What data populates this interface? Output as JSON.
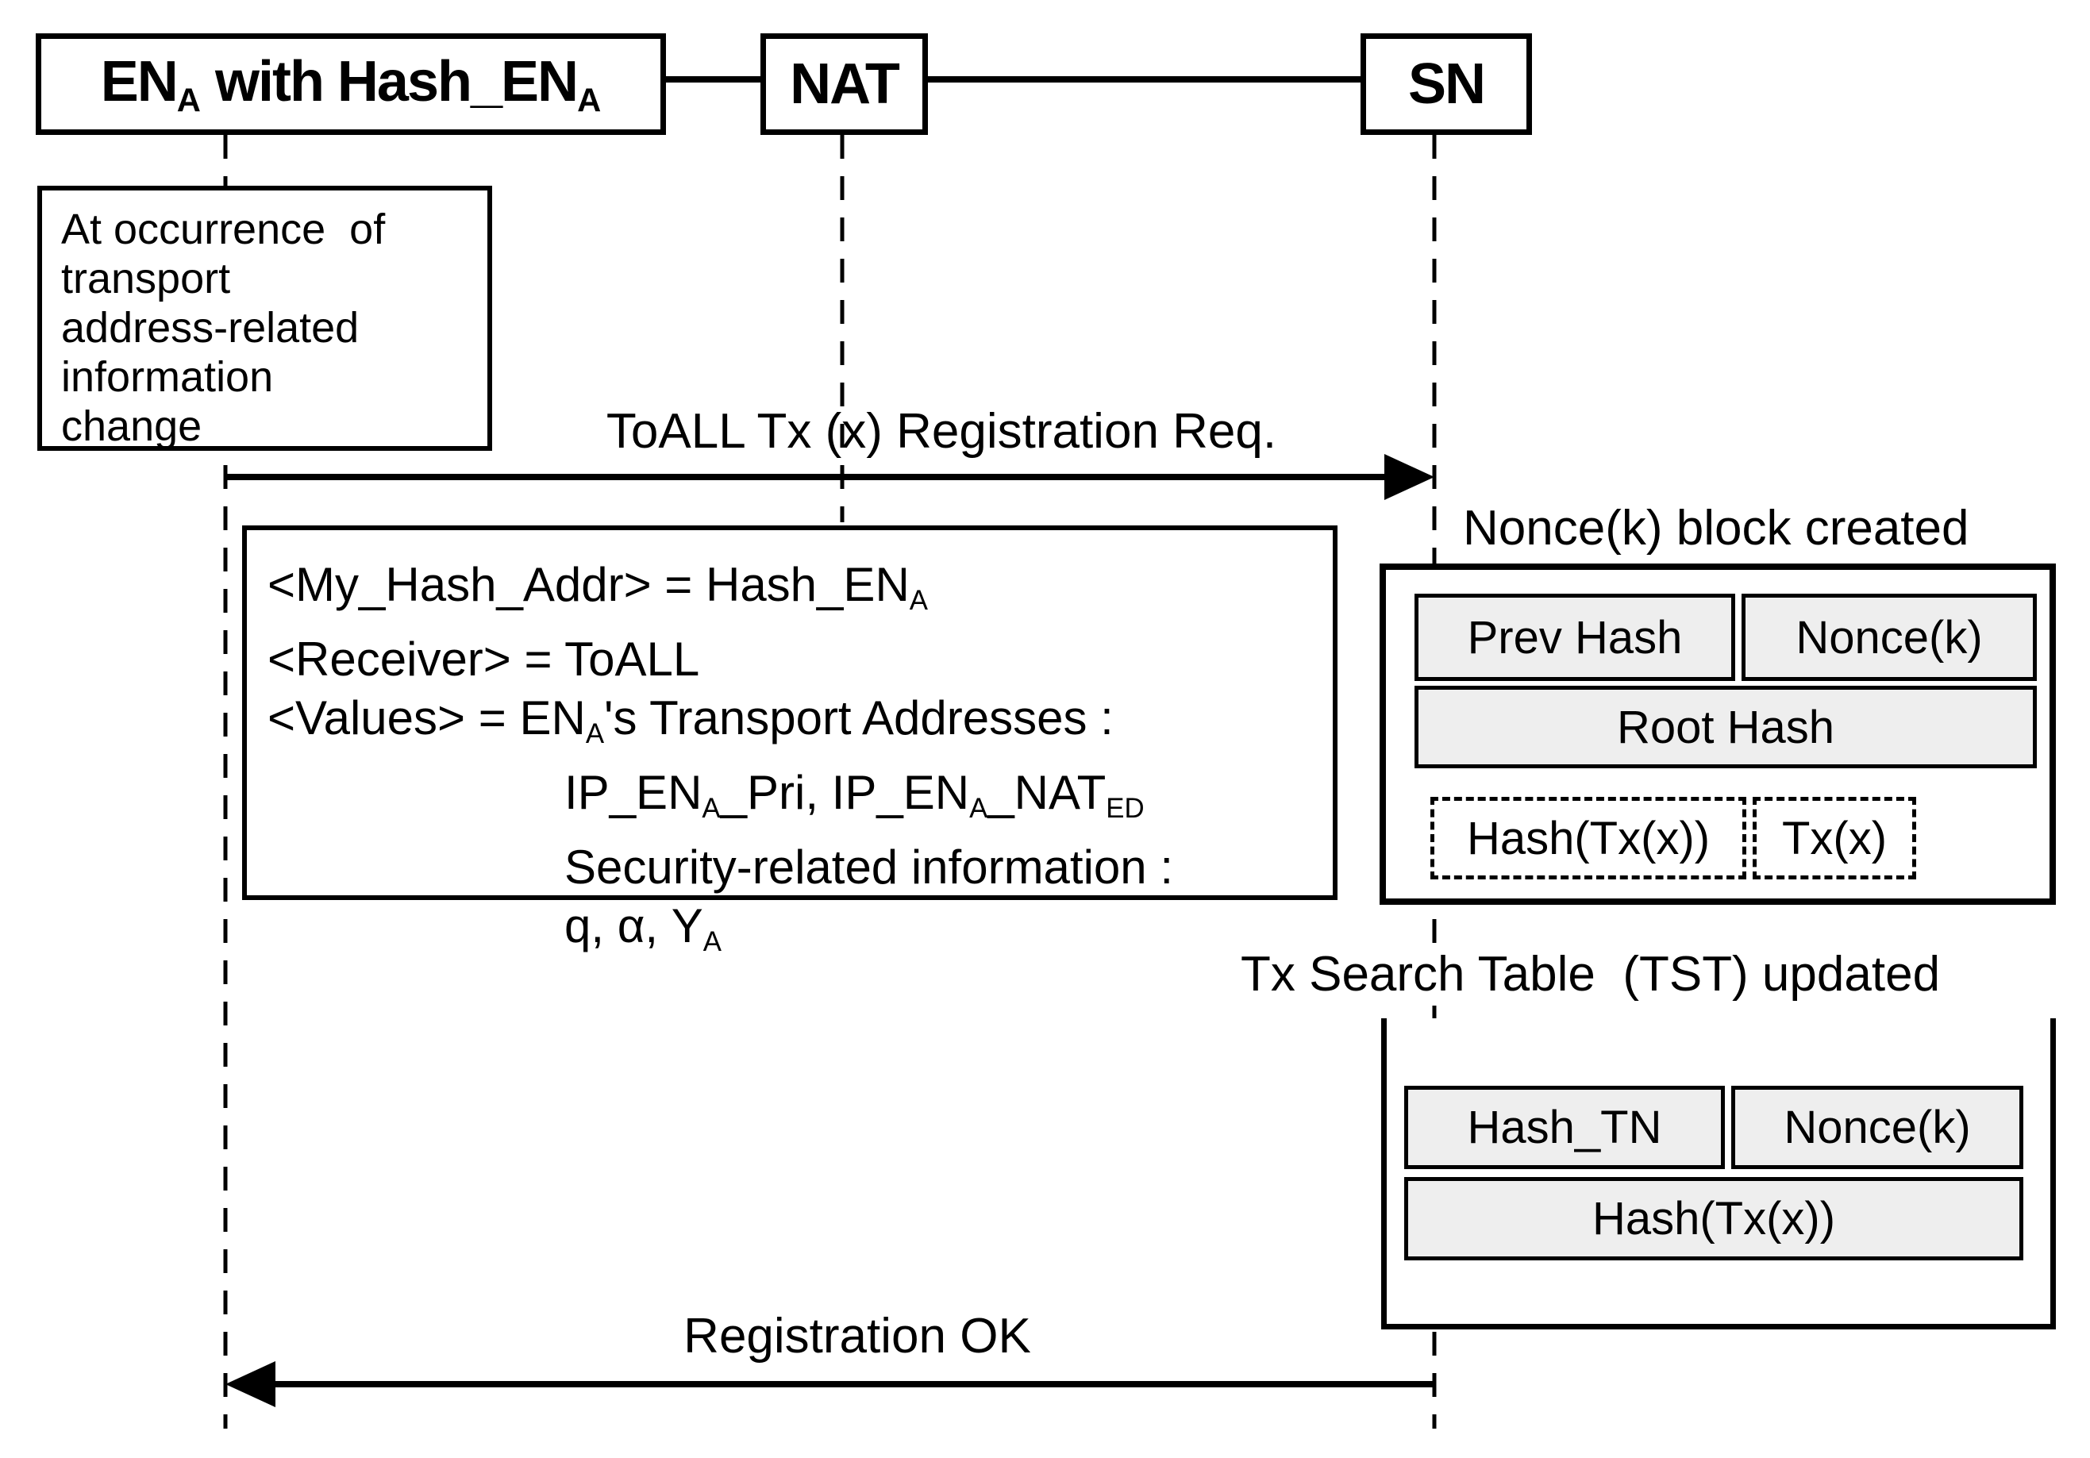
{
  "colors": {
    "ink": "#000000",
    "cell_fill": "#eeeeee",
    "background": "#ffffff"
  },
  "entities": {
    "ena": {
      "runs": [
        {
          "t": "EN"
        },
        {
          "t": "A",
          "sub": true
        },
        {
          "t": " with Hash_EN"
        },
        {
          "t": "A",
          "sub": true
        }
      ]
    },
    "nat": {
      "label": "NAT"
    },
    "sn": {
      "label": "SN"
    }
  },
  "note": {
    "lines": [
      "At occurrence  of",
      "transport",
      "address-related",
      "information",
      "change"
    ]
  },
  "arrows": {
    "registration_req": {
      "label": "ToALL Tx (x) Registration Req.",
      "direction": "right",
      "from": "ENA",
      "to": "SN"
    },
    "registration_ok": {
      "label": "Registration OK",
      "direction": "left",
      "from": "SN",
      "to": "ENA"
    }
  },
  "message_box": {
    "lines": [
      [
        {
          "t": "<My_Hash_Addr> = Hash_EN"
        },
        {
          "t": "A",
          "sub": true
        }
      ],
      [
        {
          "t": "<Receiver> = ToALL"
        }
      ],
      [
        {
          "t": "<Values> = EN"
        },
        {
          "t": "A",
          "sub": true
        },
        {
          "t": "'s Transport Addresses :"
        }
      ],
      [
        {
          "t": "IP_EN"
        },
        {
          "t": "A",
          "sub": true
        },
        {
          "t": "_Pri, IP_EN"
        },
        {
          "t": "A",
          "sub": true
        },
        {
          "t": "_NAT"
        },
        {
          "t": "ED",
          "sub": true
        }
      ],
      [
        {
          "t": "Security-related information :"
        }
      ],
      [
        {
          "t": "q, α, Y"
        },
        {
          "t": "A",
          "sub": true
        }
      ]
    ]
  },
  "nonce_block": {
    "title": "Nonce(k) block created",
    "cells": {
      "prev_hash": "Prev Hash",
      "nonce_k": "Nonce(k)",
      "root_hash": "Root Hash"
    },
    "dashed_cells": {
      "hash_tx": "Hash(Tx(x))",
      "tx": "Tx(x)"
    }
  },
  "tst_block": {
    "title": "Tx Search Table  (TST) updated",
    "cells": {
      "hash_tn": "Hash_TN",
      "nonce_k": "Nonce(k)",
      "hash_tx": "Hash(Tx(x))"
    }
  }
}
